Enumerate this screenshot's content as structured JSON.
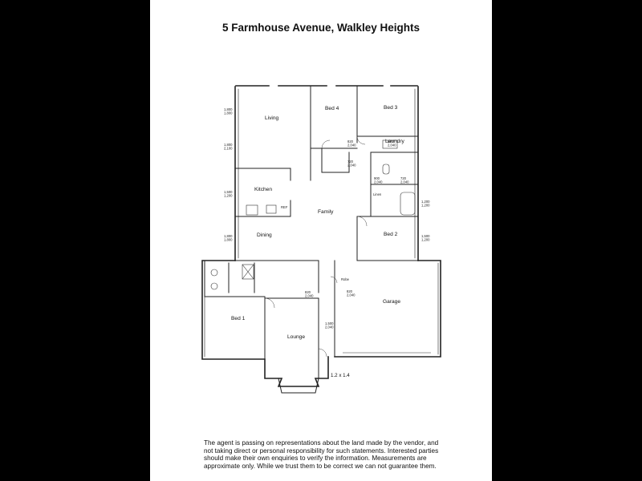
{
  "title": "5 Farmhouse Avenue, Walkley Heights",
  "rooms": {
    "living": "Living",
    "bed4": "Bed 4",
    "bed3": "Bed 3",
    "laundry": "Laundry",
    "kitchen": "Kitchen",
    "family": "Family",
    "dining": "Dining",
    "bed2": "Bed 2",
    "garage": "Garage",
    "bed1": "Bed 1",
    "lounge": "Lounge",
    "linen": "Linen",
    "robe": "Robe",
    "ref": "REF"
  },
  "scale_note": "1.2 x 1.4",
  "dimensions": {
    "d1": "1,800\n1,800",
    "d2": "1,800\n2,100",
    "d3": "1,500\n1,200",
    "d4": "1,800\n1,800",
    "d5": "820\n2,040",
    "d6": "720\n2,040",
    "d7": "820\n2,040",
    "d8": "900\n2,040",
    "d9": "720\n2,040",
    "d10": "1,500\n2,040",
    "d11": "820\n2,040",
    "d12": "820\n2,040",
    "d13": "1,500\n1,200",
    "d14": "1,200\n1,200"
  },
  "disclaimer": "The agent is passing on representations about the land made by the vendor, and not taking direct or personal responsibility for such statements. Interested parties should make their own enquiries to verify the information. Measurements are approximate only. While we trust them to be correct we can not guarantee them."
}
